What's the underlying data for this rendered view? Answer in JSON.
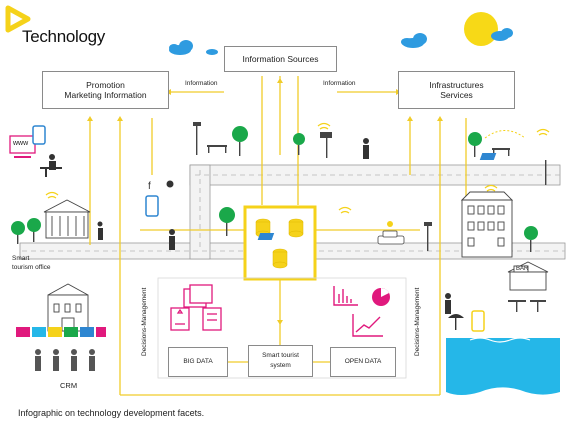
{
  "brand": {
    "title": "Technology"
  },
  "boxes": {
    "information_sources": "Information Sources",
    "promotion_line1": "Promotion",
    "promotion_line2": "Marketing Information",
    "infra_line1": "Infrastructures",
    "infra_line2": "Services",
    "big_data": "BIG DATA",
    "smart_line1": "Smart tourist",
    "smart_line2": "system",
    "open_data": "OPEN DATA"
  },
  "labels": {
    "information_left": "Information",
    "information_right": "Information",
    "www": "www",
    "smart_office_line1": "Smart",
    "smart_office_line2": "tourism office",
    "crm": "CRM",
    "bar": "BAR",
    "decisions_left": "Decisions-Management",
    "decisions_right": "Decisions-Management"
  },
  "caption": "Infographic on technology development facets.",
  "colors": {
    "accent_yellow": "#f5d21a",
    "road": "#f3f3f3",
    "line": "#f0cc2a",
    "pink": "#e0197d",
    "cyan": "#25b7e8",
    "green": "#1aa84a",
    "blue": "#2e86d1",
    "dark": "#222222"
  },
  "icons": [
    "logo-icon",
    "sun-icon",
    "cloud-icon",
    "computer-icon",
    "tablet-icon",
    "wifi-icon",
    "tree-icon",
    "bench-icon",
    "camera-icon",
    "street-lamp-icon",
    "solar-panel-icon",
    "car-icon",
    "database-icon",
    "bar-chart-icon",
    "pie-chart-icon",
    "line-chart-icon",
    "document-icon",
    "building-icon",
    "bar-building-icon",
    "person-icon",
    "facebook-icon",
    "twitter-icon",
    "smartphone-icon",
    "water-icon",
    "umbrella-icon",
    "table-icon"
  ]
}
